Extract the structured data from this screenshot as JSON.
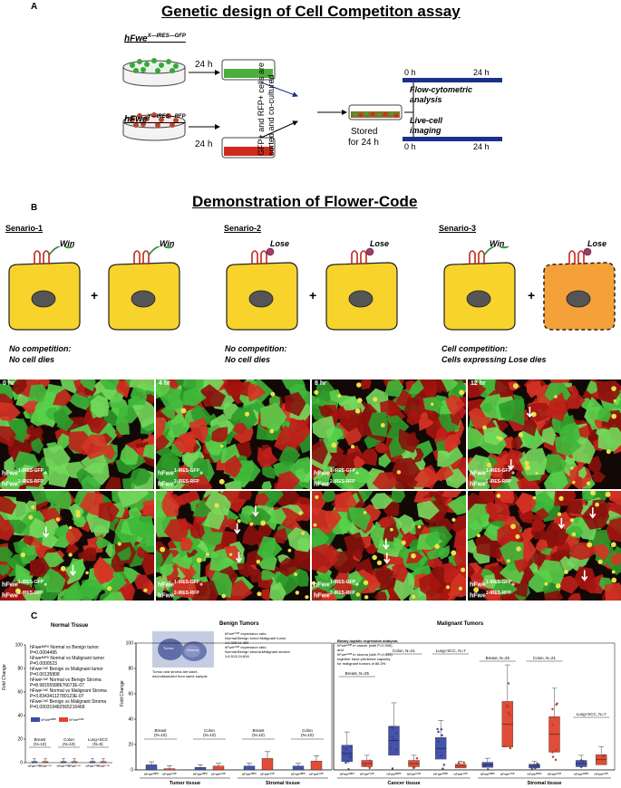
{
  "panelA": {
    "letter": "A",
    "title": "Genetic design of Cell Competiton assay",
    "construct_gfp": {
      "base": "hFwe",
      "sup": "X—IRES—GFP"
    },
    "construct_rfp": {
      "base": "hFwe",
      "sup": "Y—IRES—RFP"
    },
    "time_top": "24 h",
    "time_bottom": "24 h",
    "sorted_text_1": "GFP+ and RFP+ cells are",
    "sorted_text_2": "sorted and co-cultured",
    "stored_1": "Stored",
    "stored_2": "for 24 h",
    "timeline_start": "0 h",
    "timeline_end": "24 h",
    "flow_1": "Flow-cytometric",
    "flow_2": "analysis",
    "live_1": "Live-cell",
    "live_2": "imaging",
    "timeline2_start": "0 h",
    "timeline2_end": "24 h",
    "colors": {
      "gfp": "#3aa63a",
      "rfp": "#c0392b",
      "arrow": "#1c2f8a"
    }
  },
  "panelB": {
    "letter": "B",
    "title": "Demonstration of Flower-Code",
    "scenarios": [
      {
        "name": "Senario-1",
        "left_tag": "Win",
        "right_tag": "Win",
        "caption_1": "No competition:",
        "caption_2": "No cell dies"
      },
      {
        "name": "Senario-2",
        "left_tag": "Lose",
        "right_tag": "Lose",
        "caption_1": "No competition:",
        "caption_2": "No cell dies"
      },
      {
        "name": "Senario-3",
        "left_tag": "Win",
        "right_tag": "Lose",
        "caption_1": "Cell competition:",
        "caption_2": "Cells expressing Lose dies"
      }
    ],
    "plus": "+",
    "timepoints": [
      "0 hr",
      "4 hr",
      "8 hr",
      "12 hr"
    ],
    "label_gfp": {
      "base": "hFwe",
      "sup": "1-IRES-GFP",
      "tail": "+"
    },
    "label_rfp": {
      "base": "hFwe",
      "sup": "2-IRES-RFP",
      "tail": ""
    }
  },
  "panelC": {
    "letter": "C",
    "normal": {
      "title": "Normal Tissue",
      "ylabel": "Fold Change",
      "yticks": [
        "100",
        "80",
        "60",
        "40",
        "20",
        "0"
      ],
      "stats": [
        "hFweᴬᴺᴾᴰ Normal vs Benign tumor",
        "P=0.0004495",
        "hFweᴬᴺᴾᴰ Normal vs Malignant tumor",
        "P=0.0000523",
        "hFweᴸᴼˢᴱ Benign vs Malignant tumor",
        "P=0.00135808",
        "hFweᴸᴼˢᴱ Normal vs Benign Stroma",
        "P=8.98155588676673E-07",
        "hFweᴸᴼˢᴱ Normal vs Malignant Stroma",
        "P=3.83434112780123E-07",
        "hFweᴸᴼˢᴱ Benign vs Malignant Stroma",
        "P=0.000319482565216468"
      ],
      "legend": [
        "hFweᴬᴺᴾᴰ",
        "hFweᴸᴼˢᴱ"
      ],
      "groups": [
        {
          "label": "Breast",
          "n": "(N=10)"
        },
        {
          "label": "Colon",
          "n": "(N=10)"
        },
        {
          "label": "Lung+SCC",
          "n": "(N=5)"
        }
      ],
      "xticks": [
        "hFweᴬᴺᴾᴰ",
        "hFweᴸᴼˢᴱ"
      ]
    },
    "benign": {
      "title": "Benign Tumors",
      "ylabel": "Fold Change",
      "yticks": [
        "100",
        "80",
        "60",
        "40",
        "20",
        "0"
      ],
      "inset_caption_1": "Tumor and stroma are laser-",
      "inset_caption_2": "microdissected from same sample",
      "inset_tumor": "Tumor",
      "inset_stroma": "Stroma",
      "ratios": [
        "hFweᴸᴼˢᴱ expression ratio",
        "Normal:Benign tumor:Malignant tumor",
        "1:2.328:11.369",
        "hFweᴸᴼˢᴱ expression ratio",
        "Normal:Benign stroma:Malignant stroma",
        "1:6.513:24.694"
      ],
      "groups": [
        {
          "label": "Breast",
          "n": "(N=10)"
        },
        {
          "label": "Colon",
          "n": "(N=10)"
        },
        {
          "label": "Breast",
          "n": "(N=10)"
        },
        {
          "label": "Colon",
          "n": "(N=10)"
        }
      ],
      "section_1": "Tumor tissue",
      "section_2": "Stromal tissue"
    },
    "malignant": {
      "title": "Malignant Tumors",
      "regression_title": "Binary logistic regression analysis:",
      "regression": [
        "hFweᴸᴼˢᴱ in cancer (with P=0.006)",
        "and",
        "hFweᴸᴼˢᴱ in stroma (with P=0.033)",
        "together have predictive capacity",
        "for malignant tumors of 86.3%"
      ],
      "groups_top": [
        {
          "label": "Breast, N=25"
        },
        {
          "label": "Colon, N=21"
        },
        {
          "label": "Lung+SCC, N=7"
        },
        {
          "label": "Breast, N=25"
        },
        {
          "label": "Colon, N=21"
        },
        {
          "label": "Lung+SCC, N=7"
        }
      ],
      "section_1": "Cancer tissue",
      "section_2": "Stromal tissue"
    },
    "xtick_label_a": "hFweᴬᴺᴾᴰ",
    "xtick_label_l": "hFweᴸᴼˢᴱ",
    "colors": {
      "ahuizote": "#3c4aa8",
      "lose": "#e0442c"
    }
  },
  "chart_data": [
    {
      "type": "bar",
      "title": "Normal Tissue",
      "ylabel": "Fold Change",
      "ylim": [
        0,
        100
      ],
      "categories": [
        "Breast",
        "Colon",
        "Lung+SCC"
      ],
      "series": [
        {
          "name": "hFweᴬᴺᴾᴰ",
          "values": [
            1,
            1,
            1
          ]
        },
        {
          "name": "hFweᴸᴼˢᴱ",
          "values": [
            1,
            1,
            1
          ]
        }
      ]
    },
    {
      "type": "bar",
      "title": "Benign Tumors",
      "ylabel": "Fold Change",
      "ylim": [
        0,
        100
      ],
      "categories": [
        "Breast",
        "Colon",
        "Breast",
        "Colon"
      ],
      "series": [
        {
          "name": "hFweᴬᴺᴾᴰ",
          "values": [
            4,
            2,
            3,
            3
          ]
        },
        {
          "name": "hFweᴸᴼˢᴱ",
          "values": [
            1,
            3,
            9,
            7
          ]
        }
      ]
    },
    {
      "type": "bar",
      "title": "Malignant Tumors",
      "ylim": [
        0,
        100
      ],
      "categories": [
        "Breast",
        "Colon",
        "Lung+SCC",
        "Breast",
        "Colon",
        "Lung+SCC"
      ],
      "series": [
        {
          "name": "hFweᴬᴺᴾᴰ",
          "values": [
            13,
            23,
            17,
            4,
            3,
            5
          ]
        },
        {
          "name": "hFweᴸᴼˢᴱ",
          "values": [
            5,
            5,
            3,
            36,
            28,
            8
          ]
        }
      ]
    }
  ]
}
